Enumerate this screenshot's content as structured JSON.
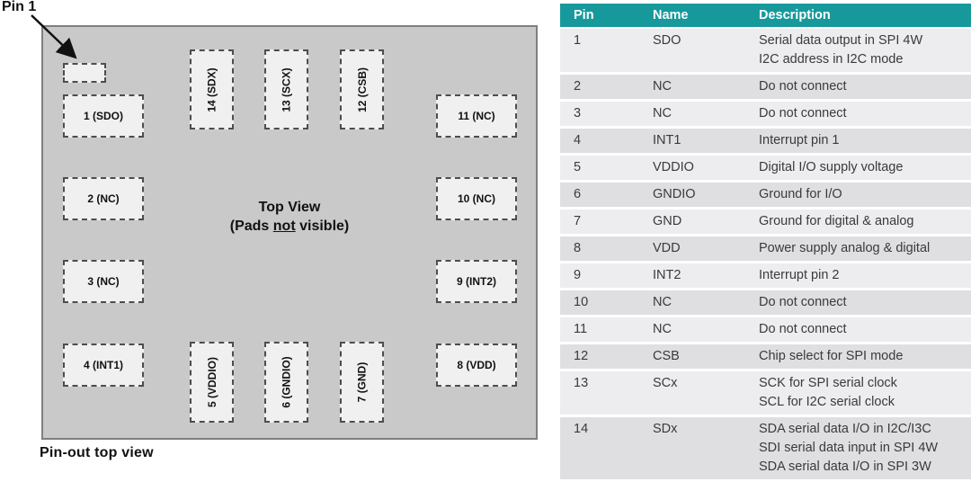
{
  "diagram": {
    "pin1_callout": "Pin 1",
    "caption": "Pin-out top view",
    "center_title": "Top View",
    "center_sub_prefix": "(Pads",
    "center_sub_underlined": "not",
    "center_sub_suffix": "visible)",
    "pads": {
      "p1": "1 (SDO)",
      "p2": "2 (NC)",
      "p3": "3 (NC)",
      "p4": "4 (INT1)",
      "p5": "5 (VDDIO)",
      "p6": "6 (GNDIO)",
      "p7": "7 (GND)",
      "p8": "8 (VDD)",
      "p9": "9 (INT2)",
      "p10": "10 (NC)",
      "p11": "11 (NC)",
      "p12": "12 (CSB)",
      "p13": "13 (SCX)",
      "p14": "14 (SDX)"
    }
  },
  "table": {
    "columns": [
      "Pin",
      "Name",
      "Description"
    ],
    "rows": [
      {
        "pin": "1",
        "name": "SDO",
        "description": [
          "Serial data output in SPI 4W",
          "I2C address in I2C mode"
        ]
      },
      {
        "pin": "2",
        "name": "NC",
        "description": [
          "Do not connect"
        ]
      },
      {
        "pin": "3",
        "name": "NC",
        "description": [
          "Do not connect"
        ]
      },
      {
        "pin": "4",
        "name": "INT1",
        "description": [
          "Interrupt pin 1"
        ]
      },
      {
        "pin": "5",
        "name": "VDDIO",
        "description": [
          "Digital I/O supply voltage"
        ]
      },
      {
        "pin": "6",
        "name": "GNDIO",
        "description": [
          "Ground for I/O"
        ]
      },
      {
        "pin": "7",
        "name": "GND",
        "description": [
          "Ground for digital & analog"
        ]
      },
      {
        "pin": "8",
        "name": "VDD",
        "description": [
          "Power supply analog & digital"
        ]
      },
      {
        "pin": "9",
        "name": "INT2",
        "description": [
          "Interrupt pin 2"
        ]
      },
      {
        "pin": "10",
        "name": "NC",
        "description": [
          "Do not connect"
        ]
      },
      {
        "pin": "11",
        "name": "NC",
        "description": [
          "Do not connect"
        ]
      },
      {
        "pin": "12",
        "name": "CSB",
        "description": [
          "Chip select for SPI mode"
        ]
      },
      {
        "pin": "13",
        "name": "SCx",
        "description": [
          "SCK for SPI serial clock",
          "SCL for I2C serial clock"
        ]
      },
      {
        "pin": "14",
        "name": "SDx",
        "description": [
          "SDA serial data I/O in I2C/I3C",
          "SDI serial data input in SPI 4W",
          "SDA serial data I/O in SPI 3W"
        ]
      }
    ]
  },
  "colors": {
    "table_header_bg": "#17999c",
    "table_row_light": "#ededef",
    "table_row_dark": "#dfdfe1",
    "chip_fill": "#c9c9c9",
    "pad_fill": "#f0f0f0",
    "pad_border": "#4d4d4d"
  }
}
